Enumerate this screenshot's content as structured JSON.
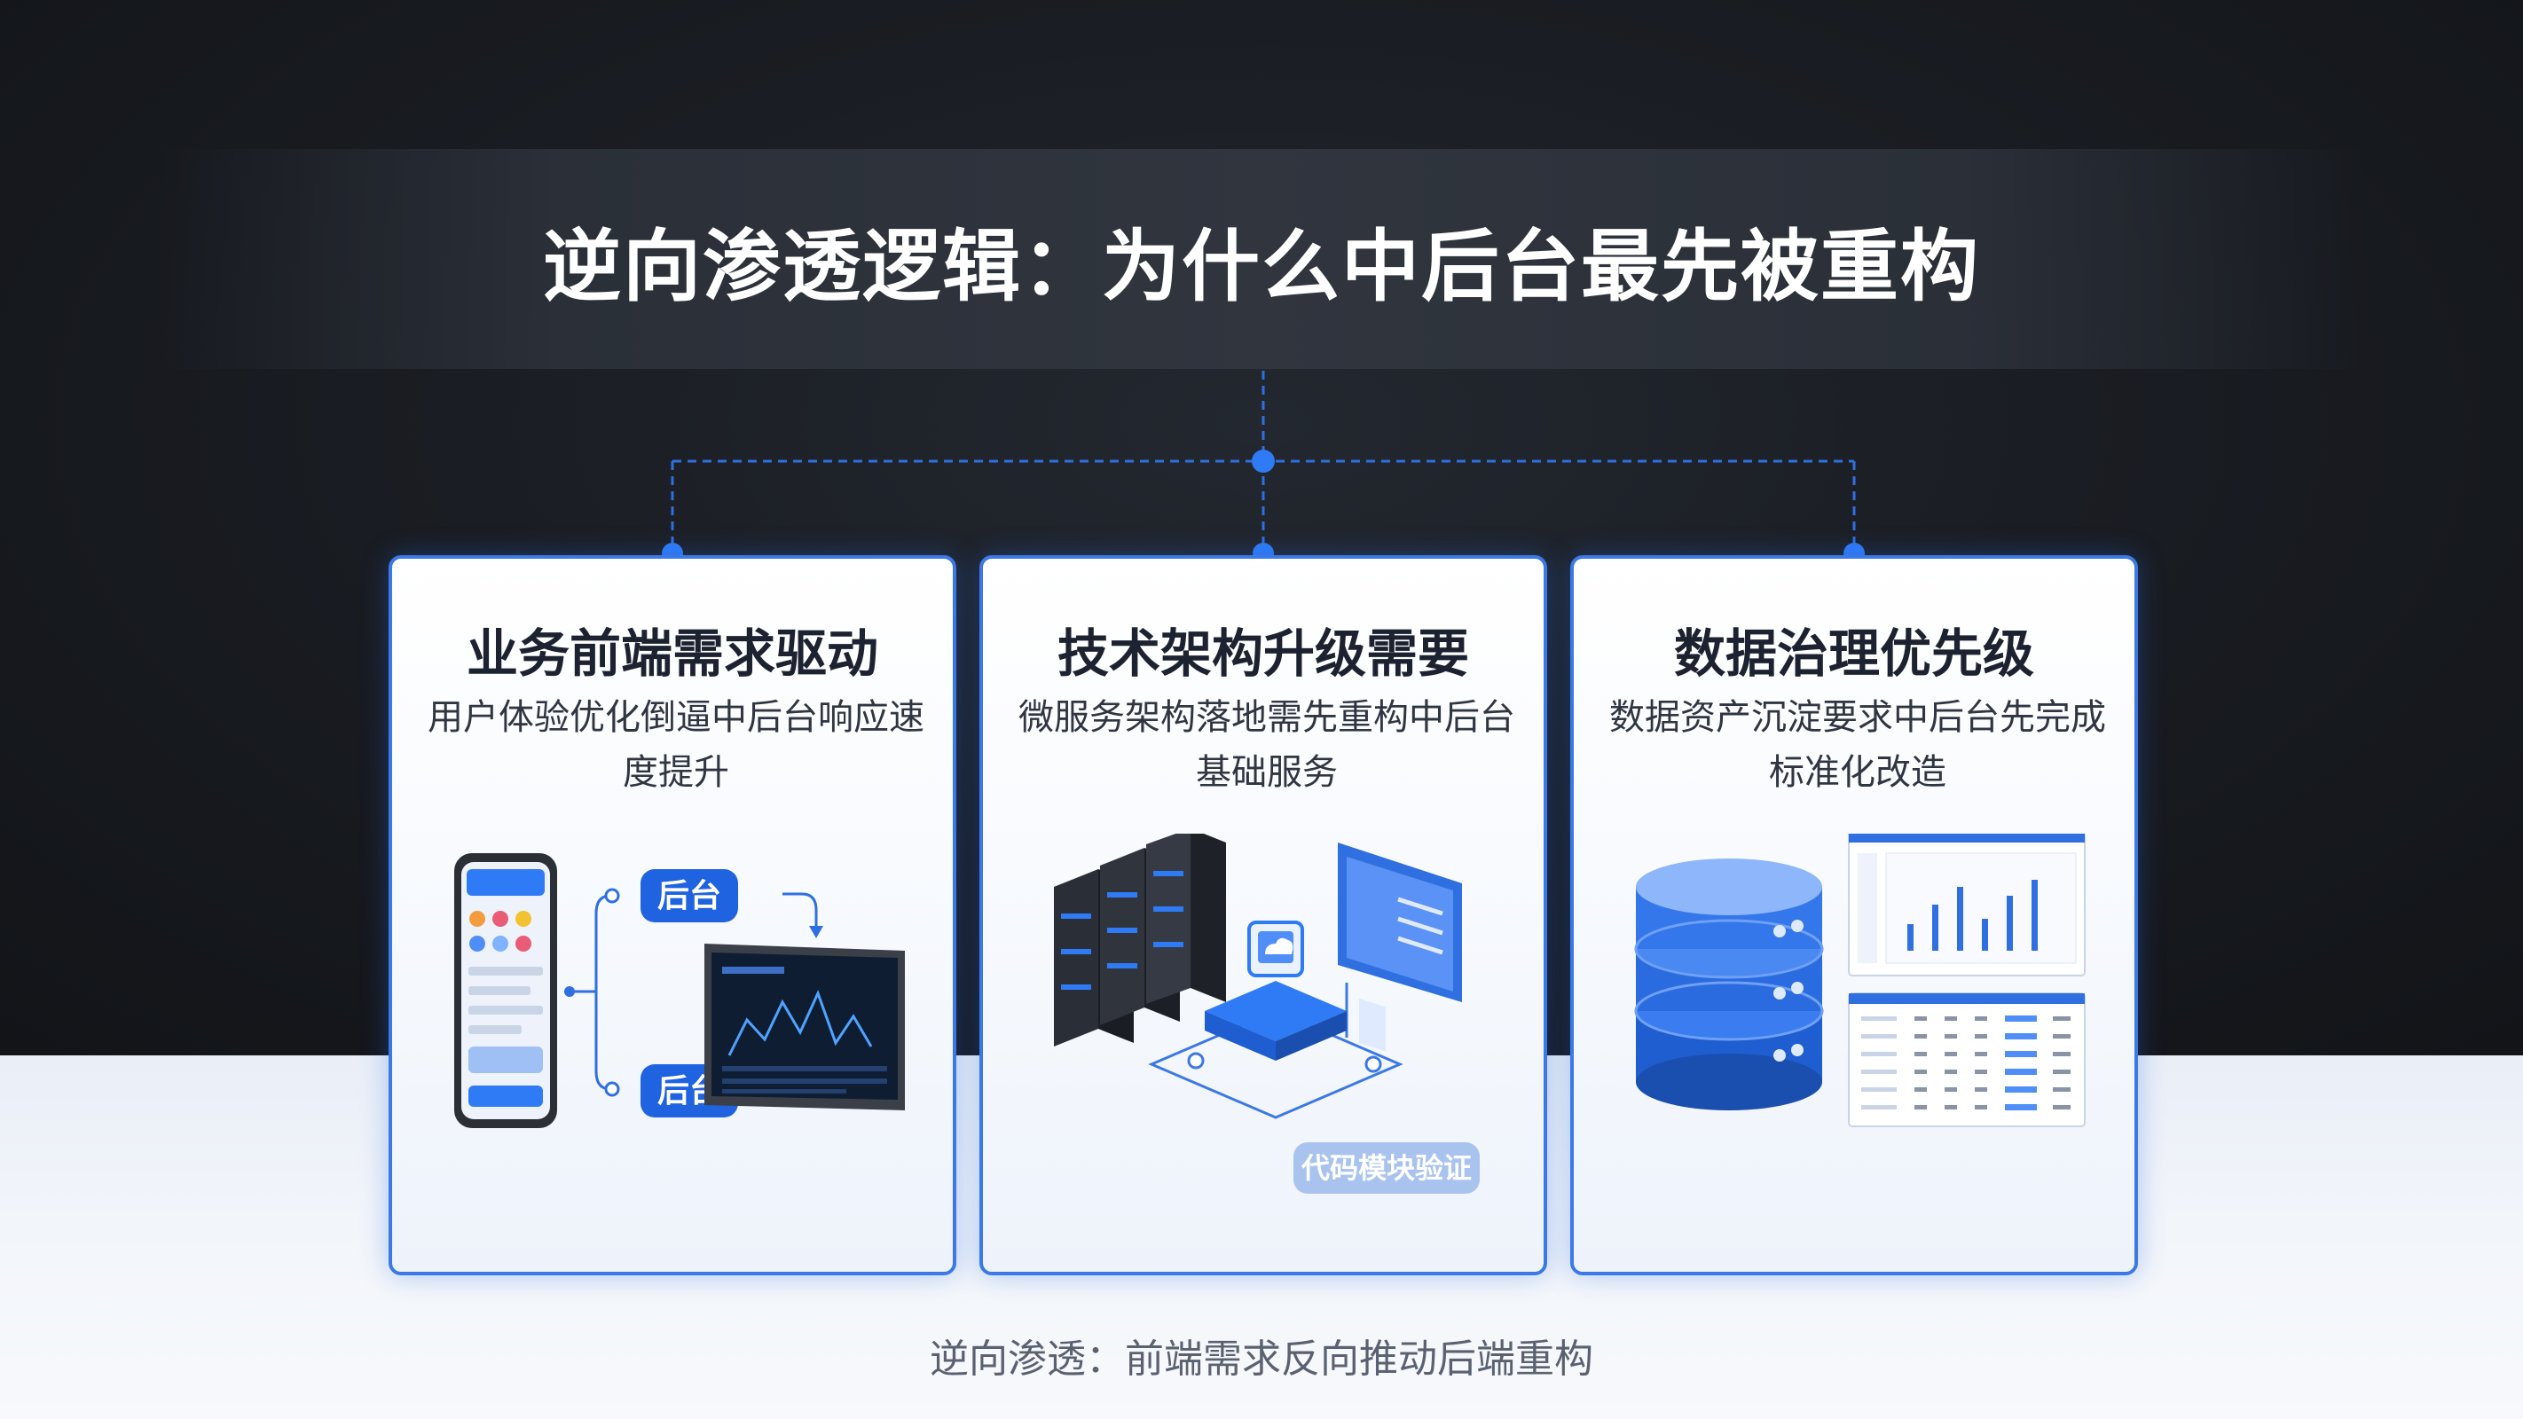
{
  "title": "逆向渗透逻辑：为什么中后台最先被重构",
  "cards": [
    {
      "title": "业务前端需求驱动",
      "desc_line1": "用户体验优化倒逼中后台响应速",
      "desc_line2": "度提升",
      "tag_top": "后台",
      "tag_bottom": "后台"
    },
    {
      "title": "技术架构升级需要",
      "desc_line1": "微服务架构落地需先重构中后台",
      "desc_line2": "基础服务",
      "tag": "代码模块验证"
    },
    {
      "title": "数据治理优先级",
      "desc_line1": "数据资产沉淀要求中后台先完成",
      "desc_line2": "标准化改造"
    }
  ],
  "footer": "逆向渗透：前端需求反向推动后端重构",
  "colors": {
    "accent": "#3b79e6",
    "dark_bg": "#1a1d23",
    "tag_bg": "#1f63e0"
  }
}
